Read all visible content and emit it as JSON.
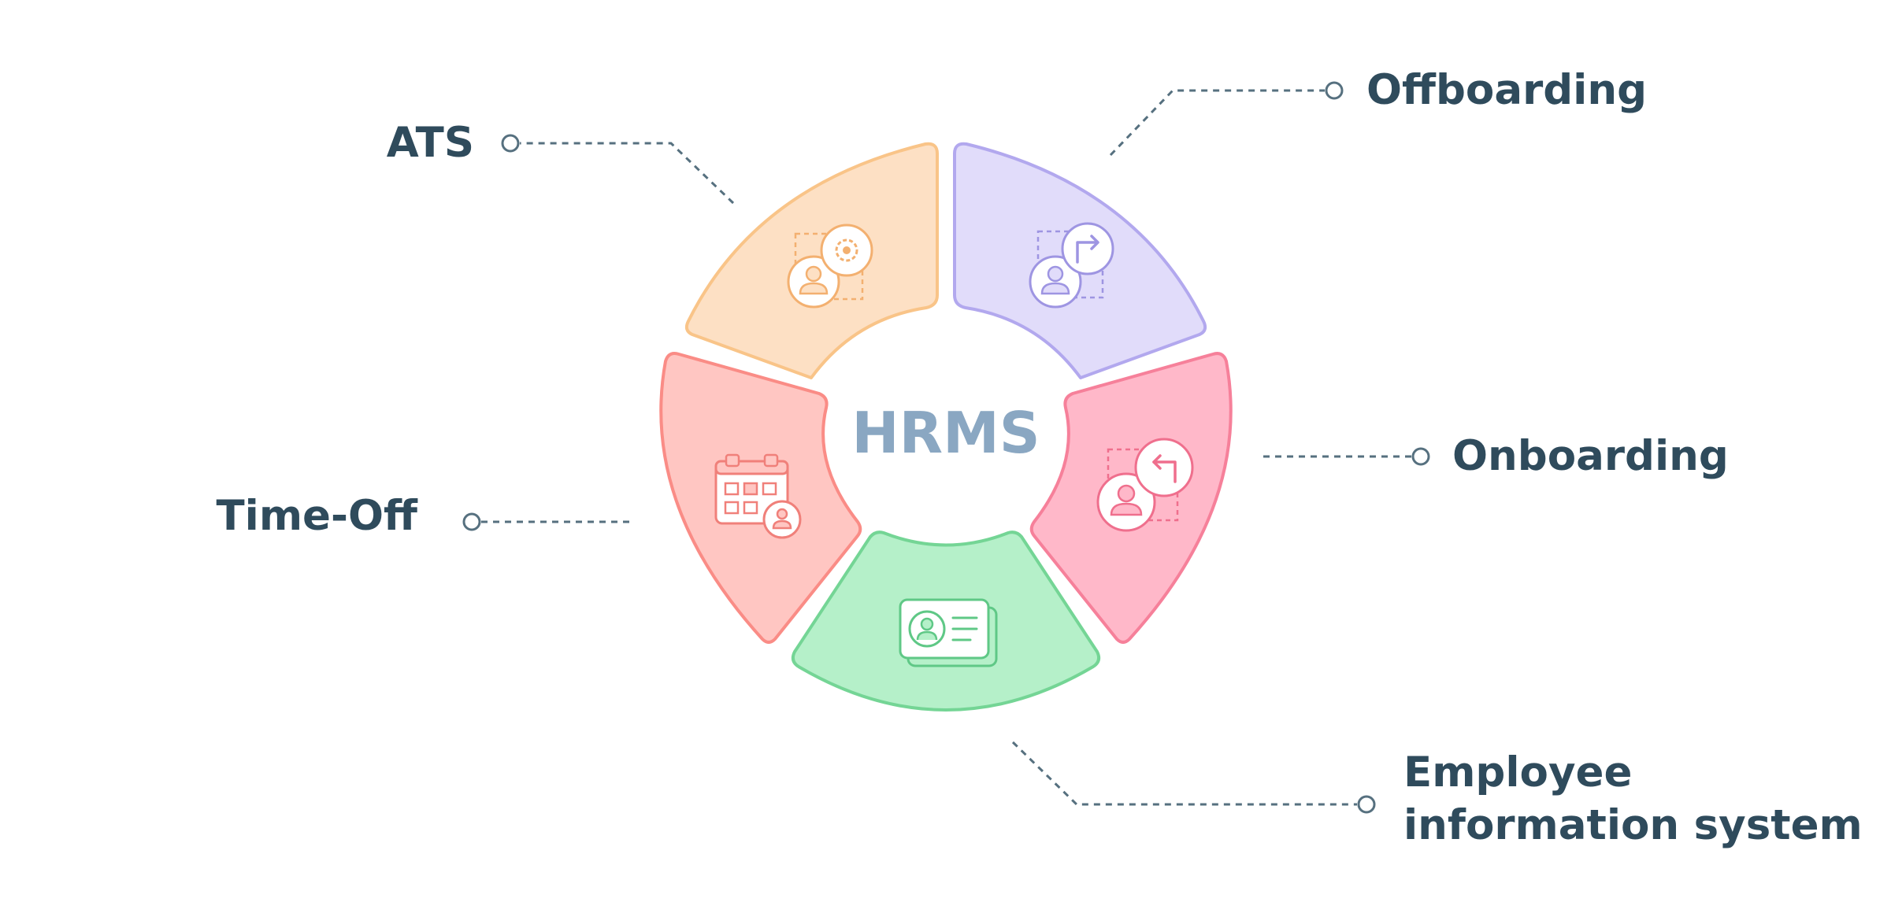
{
  "center": {
    "title": "HRMS"
  },
  "segments": [
    {
      "id": "ats",
      "label": "ATS",
      "icon": "candidate-gear-icon",
      "fill": "#fde0c4",
      "stroke": "#f9c488",
      "accent": "#f3b070"
    },
    {
      "id": "offboarding",
      "label": "Offboarding",
      "icon": "user-exit-arrow-icon",
      "fill": "#e1dcfa",
      "stroke": "#b2a8ee",
      "accent": "#9e95e2"
    },
    {
      "id": "onboarding",
      "label": "Onboarding",
      "icon": "user-enter-arrow-icon",
      "fill": "#ffb8c9",
      "stroke": "#f6809a",
      "accent": "#ef6f8d"
    },
    {
      "id": "employee-info",
      "label_line1": "Employee",
      "label_line2": "information system",
      "icon": "id-card-icon",
      "fill": "#b5f0c9",
      "stroke": "#74d595",
      "accent": "#5fc886"
    },
    {
      "id": "time-off",
      "label": "Time-Off",
      "icon": "calendar-user-icon",
      "fill": "#ffc6c2",
      "stroke": "#fa8c86",
      "accent": "#f0807a"
    }
  ],
  "colors": {
    "label_text": "#2f4b5c",
    "center_text": "#8aa7c2",
    "leader_line": "#56707f"
  }
}
